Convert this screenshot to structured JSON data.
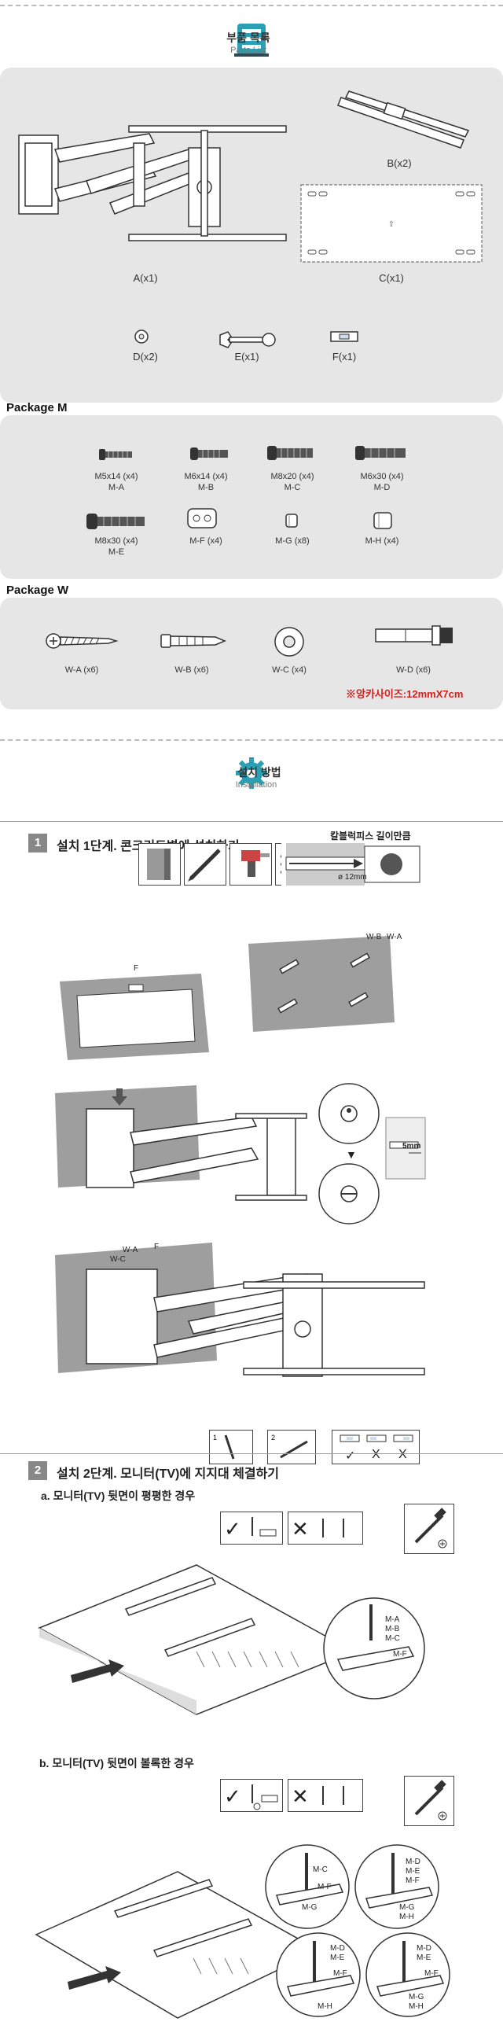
{
  "parts_header": {
    "title": "부품 목록",
    "subtitle": "Parts List"
  },
  "main_parts": [
    {
      "label": "A(x1)"
    },
    {
      "label": "B(x2)"
    },
    {
      "label": "C(x1)"
    },
    {
      "label": "D(x2)"
    },
    {
      "label": "E(x1)"
    },
    {
      "label": "F(x1)"
    }
  ],
  "package_m": {
    "title": "Package M",
    "items": [
      {
        "line1": "M5x14 (x4)",
        "line2": "M-A"
      },
      {
        "line1": "M6x14 (x4)",
        "line2": "M-B"
      },
      {
        "line1": "M8x20 (x4)",
        "line2": "M-C"
      },
      {
        "line1": "M6x30 (x4)",
        "line2": "M-D"
      },
      {
        "line1": "M8x30 (x4)",
        "line2": "M-E"
      },
      {
        "line1": "M-F (x4)",
        "line2": ""
      },
      {
        "line1": "M-G (x8)",
        "line2": ""
      },
      {
        "line1": "M-H (x4)",
        "line2": ""
      }
    ]
  },
  "package_w": {
    "title": "Package W",
    "items": [
      {
        "label": "W-A (x6)"
      },
      {
        "label": "W-B (x6)"
      },
      {
        "label": "W-C (x4)"
      },
      {
        "label": "W-D (x6)"
      }
    ],
    "note": "※앙카사이즈:12mmX7cm"
  },
  "install_header": {
    "title": "설치 방법",
    "subtitle": "Installation"
  },
  "step1": {
    "number": "1",
    "title": "설치 1단계.  콘크리트벽에 설치하기",
    "drill_caption": "칼블럭피스 길이만큼",
    "drill_size": "ø 12mm",
    "depth": "5mm",
    "labels": {
      "f": "F",
      "wb": "W-B",
      "wa": "W-A",
      "wc": "W-C",
      "wa2": "W-A",
      "f2": "F"
    },
    "check_marks": [
      "✓",
      "X",
      "X"
    ]
  },
  "step2": {
    "number": "2",
    "title": "설치 2단계. 모니터(TV)에 지지대 체결하기",
    "sub_a": "a. 모니터(TV) 뒷면이 평평한 경우",
    "sub_b": "b. 모니터(TV) 뒷면이 볼록한 경우",
    "labels_a": [
      "M-A",
      "M-B",
      "M-C",
      "M-F"
    ],
    "labels_b1": [
      "M-C",
      "M-F",
      "M-G"
    ],
    "labels_b2": [
      "M-D",
      "M-E",
      "M-F",
      "M-G",
      "M-H"
    ],
    "labels_b3": [
      "M-D",
      "M-E",
      "M-F",
      "M-H"
    ],
    "labels_b4": [
      "M-D",
      "M-E",
      "M-F",
      "M-G",
      "M-H"
    ]
  }
}
